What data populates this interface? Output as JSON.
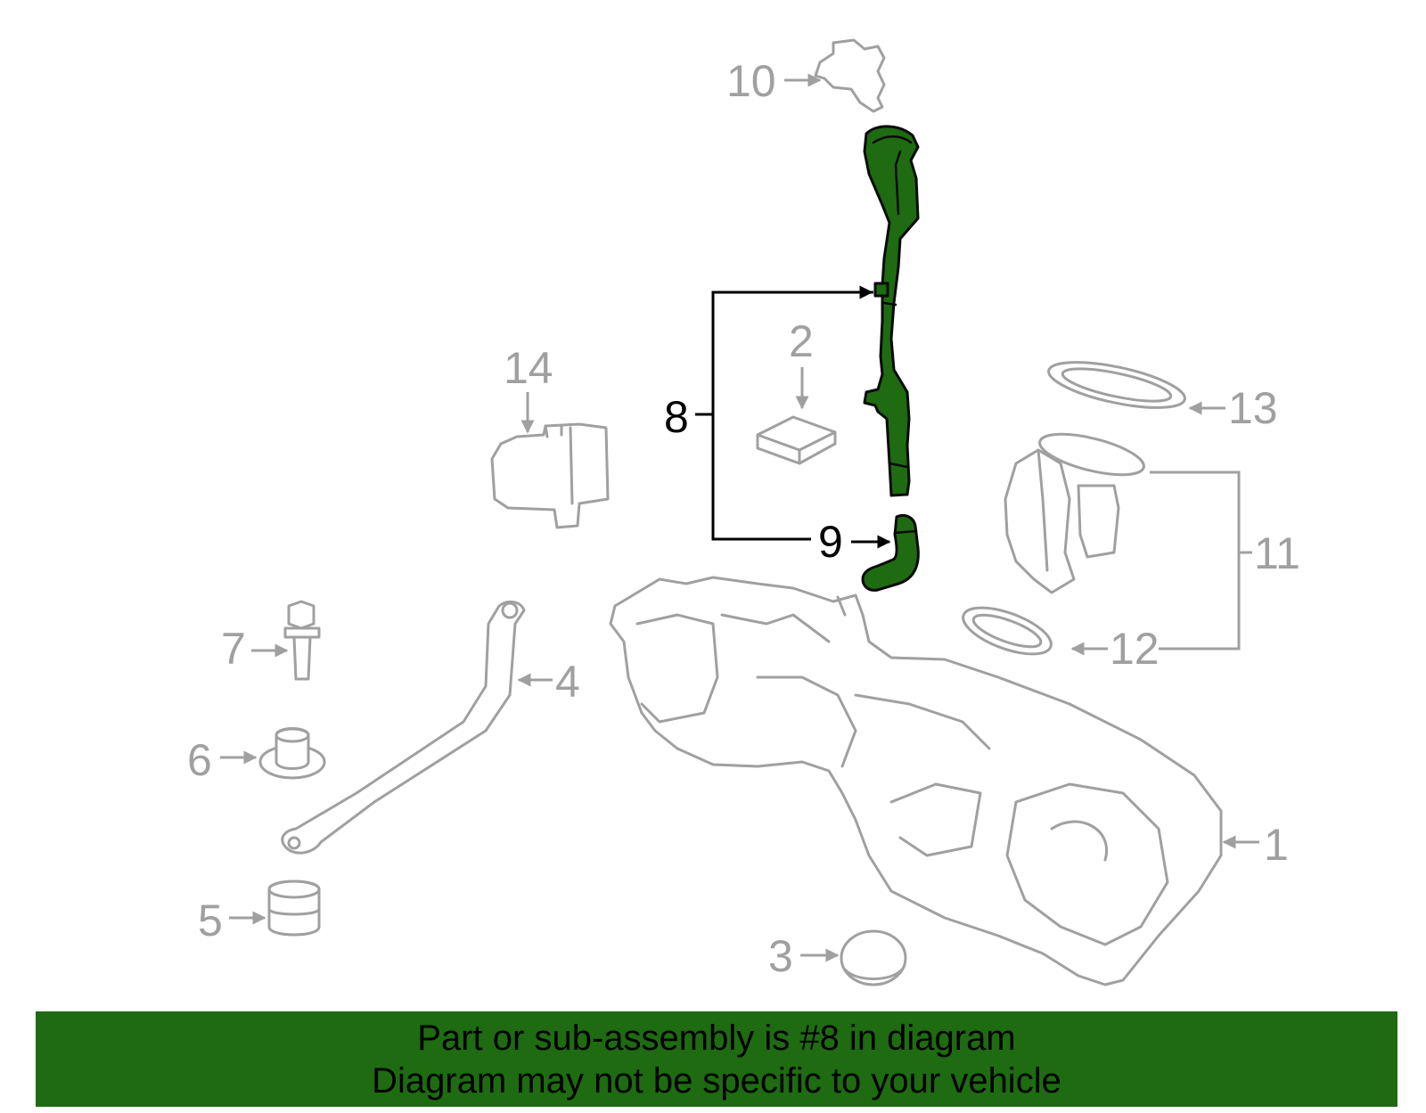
{
  "colors": {
    "highlight": "#1e6b12",
    "part_outline": "#a0a0a0",
    "banner_bg": "#1e6b12",
    "text": "#000000"
  },
  "labels": {
    "p1": "1",
    "p2": "2",
    "p3": "3",
    "p4": "4",
    "p5": "5",
    "p6": "6",
    "p7": "7",
    "p8": "8",
    "p9": "9",
    "p10": "10",
    "p11": "11",
    "p12": "12",
    "p13": "13",
    "p14": "14"
  },
  "banner": {
    "line1": "Part or sub-assembly is #8 in diagram",
    "line2": "Diagram may not be specific to your vehicle"
  }
}
